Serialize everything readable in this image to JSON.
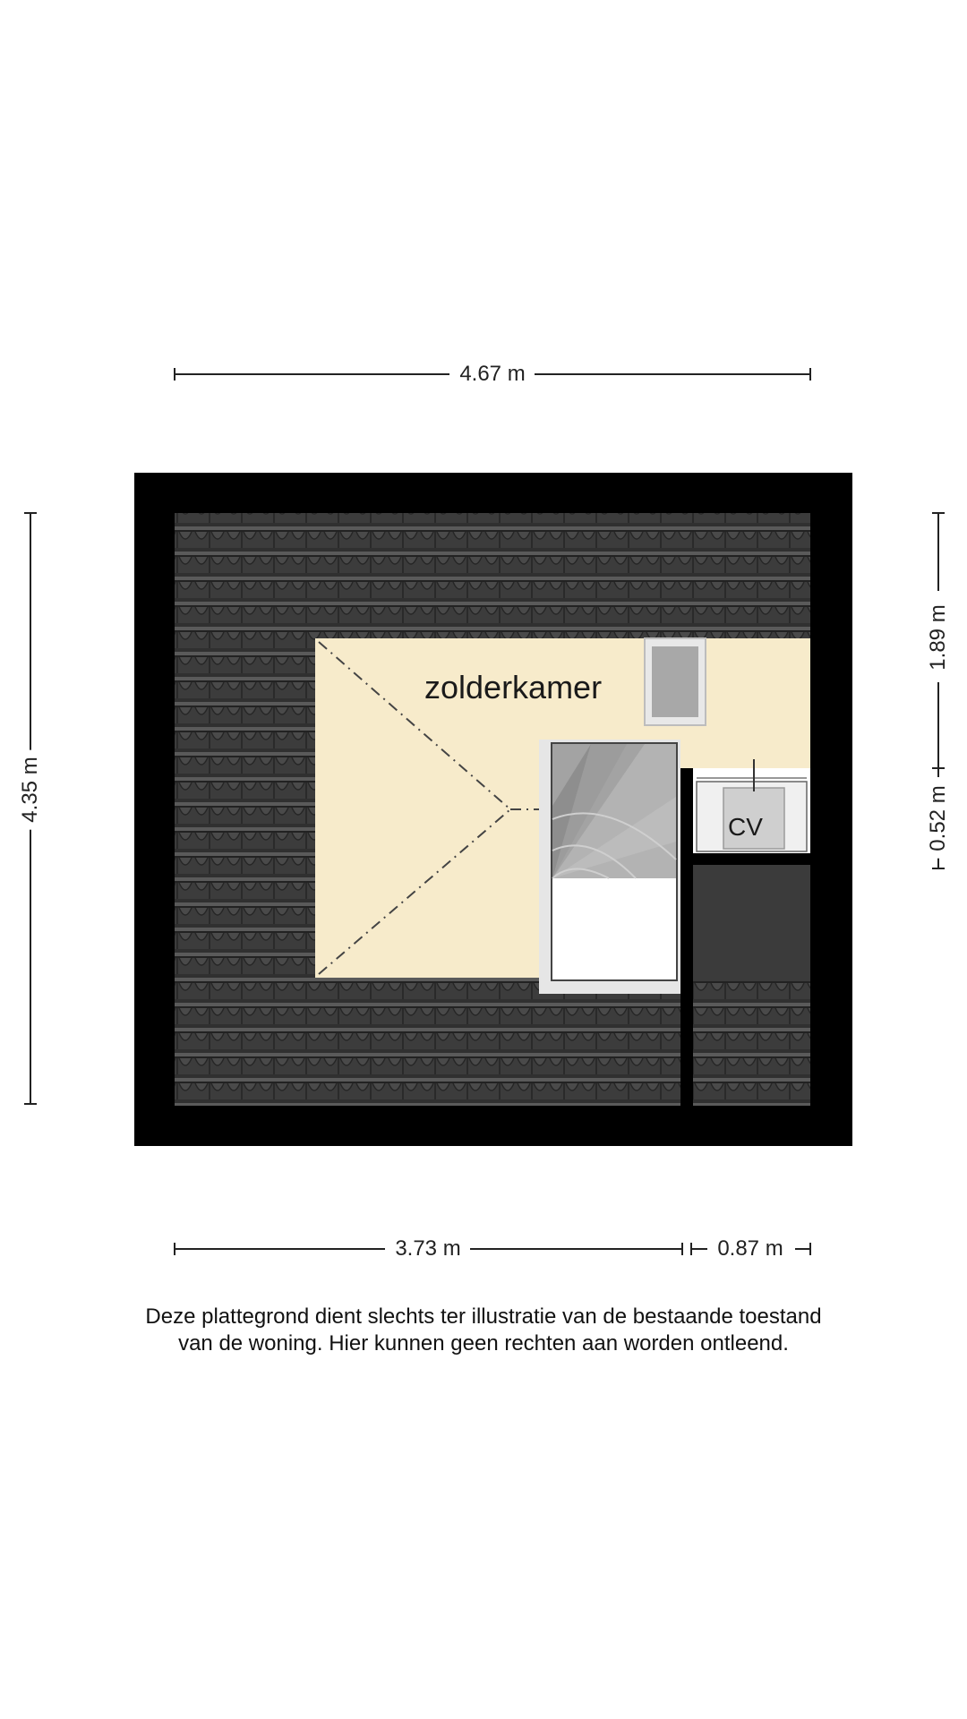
{
  "dimensions": {
    "top_width": "4.67 m",
    "left_height": "4.35 m",
    "right_upper": "1.89 m",
    "right_lower": "0.52 m",
    "bottom_left": "3.73 m",
    "bottom_right": "0.87 m"
  },
  "rooms": {
    "attic_room": "zolderkamer",
    "boiler": "CV"
  },
  "disclaimer": {
    "line1": "Deze plattegrond dient slechts ter illustratie van de bestaande toestand",
    "line2": "van de woning. Hier kunnen geen rechten aan worden ontleend."
  },
  "colors": {
    "wall": "#000000",
    "roof_tiles": "#3a3a3a",
    "floor": "#f7ebcb",
    "stair": "#9a9a9a",
    "dark_storage": "#3b3b3b"
  }
}
